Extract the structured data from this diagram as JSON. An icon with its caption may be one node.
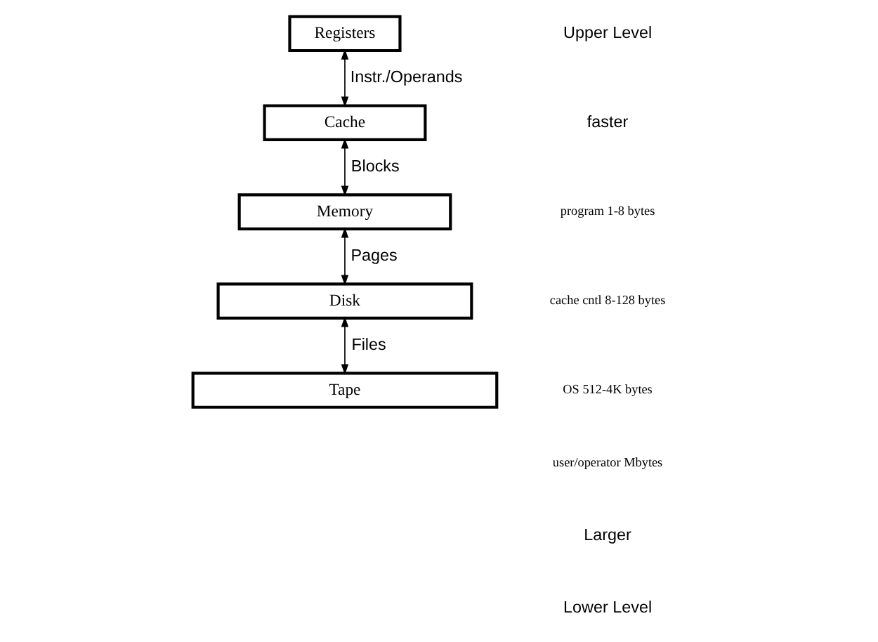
{
  "diagram": {
    "nodes": [
      {
        "text": [
          "Registers"
        ]
      },
      {
        "text": [
          "Cache"
        ]
      },
      {
        "text": [
          "Memory"
        ]
      },
      {
        "text": [
          "Disk"
        ]
      },
      {
        "text": [
          "Tape"
        ]
      }
    ],
    "edges": [
      {
        "from": 0,
        "to": 1,
        "arrow": "both",
        "label": "Instr./Operands"
      },
      {
        "from": 1,
        "to": 2,
        "arrow": "both",
        "label": "Blocks"
      },
      {
        "from": 2,
        "to": 3,
        "arrow": "both",
        "label": "Pages"
      },
      {
        "from": 3,
        "to": 4,
        "arrow": "both",
        "label": "Files"
      }
    ],
    "labels": [
      "Upper Level",
      "faster",
      "program 1-8 bytes",
      "cache cntl 8-128 bytes",
      "OS 512-4K bytes",
      "user/operator Mbytes",
      "Larger",
      "Lower Level"
    ]
  }
}
